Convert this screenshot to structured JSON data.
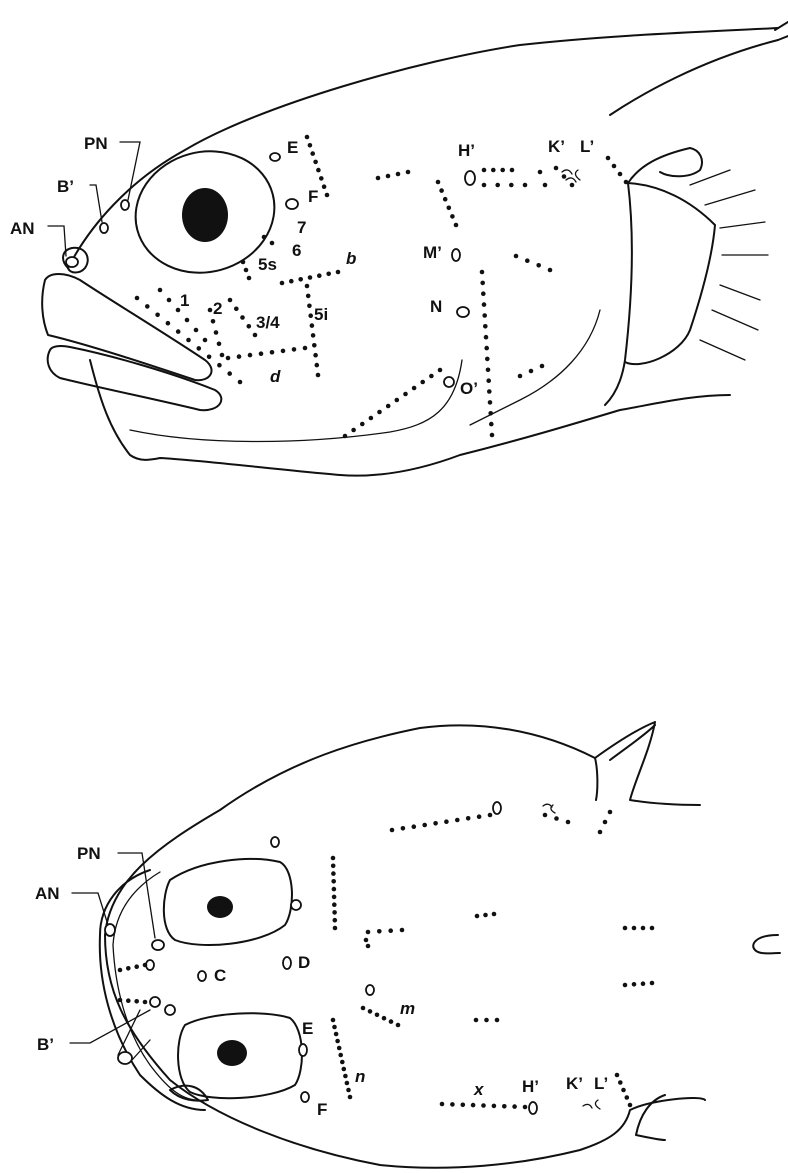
{
  "lateral_view": {
    "labels": {
      "PN": "PN",
      "B": "B’",
      "AN": "AN",
      "E": "E",
      "F": "F",
      "n7": "7",
      "n6": "6",
      "n5s": "5s",
      "b": "b",
      "n1": "1",
      "n2": "2",
      "n34": "3/4",
      "n5i": "5i",
      "d": "d",
      "H": "H’",
      "K": "K’",
      "L": "L’",
      "M": "M’",
      "N": "N",
      "O": "O’"
    }
  },
  "dorsal_view": {
    "labels": {
      "PN": "PN",
      "AN": "AN",
      "B": "B’",
      "C": "C",
      "D": "D",
      "E": "E",
      "F": "F",
      "m": "m",
      "n": "n",
      "x": "x",
      "H": "H’",
      "K": "K’",
      "L": "L’"
    }
  }
}
